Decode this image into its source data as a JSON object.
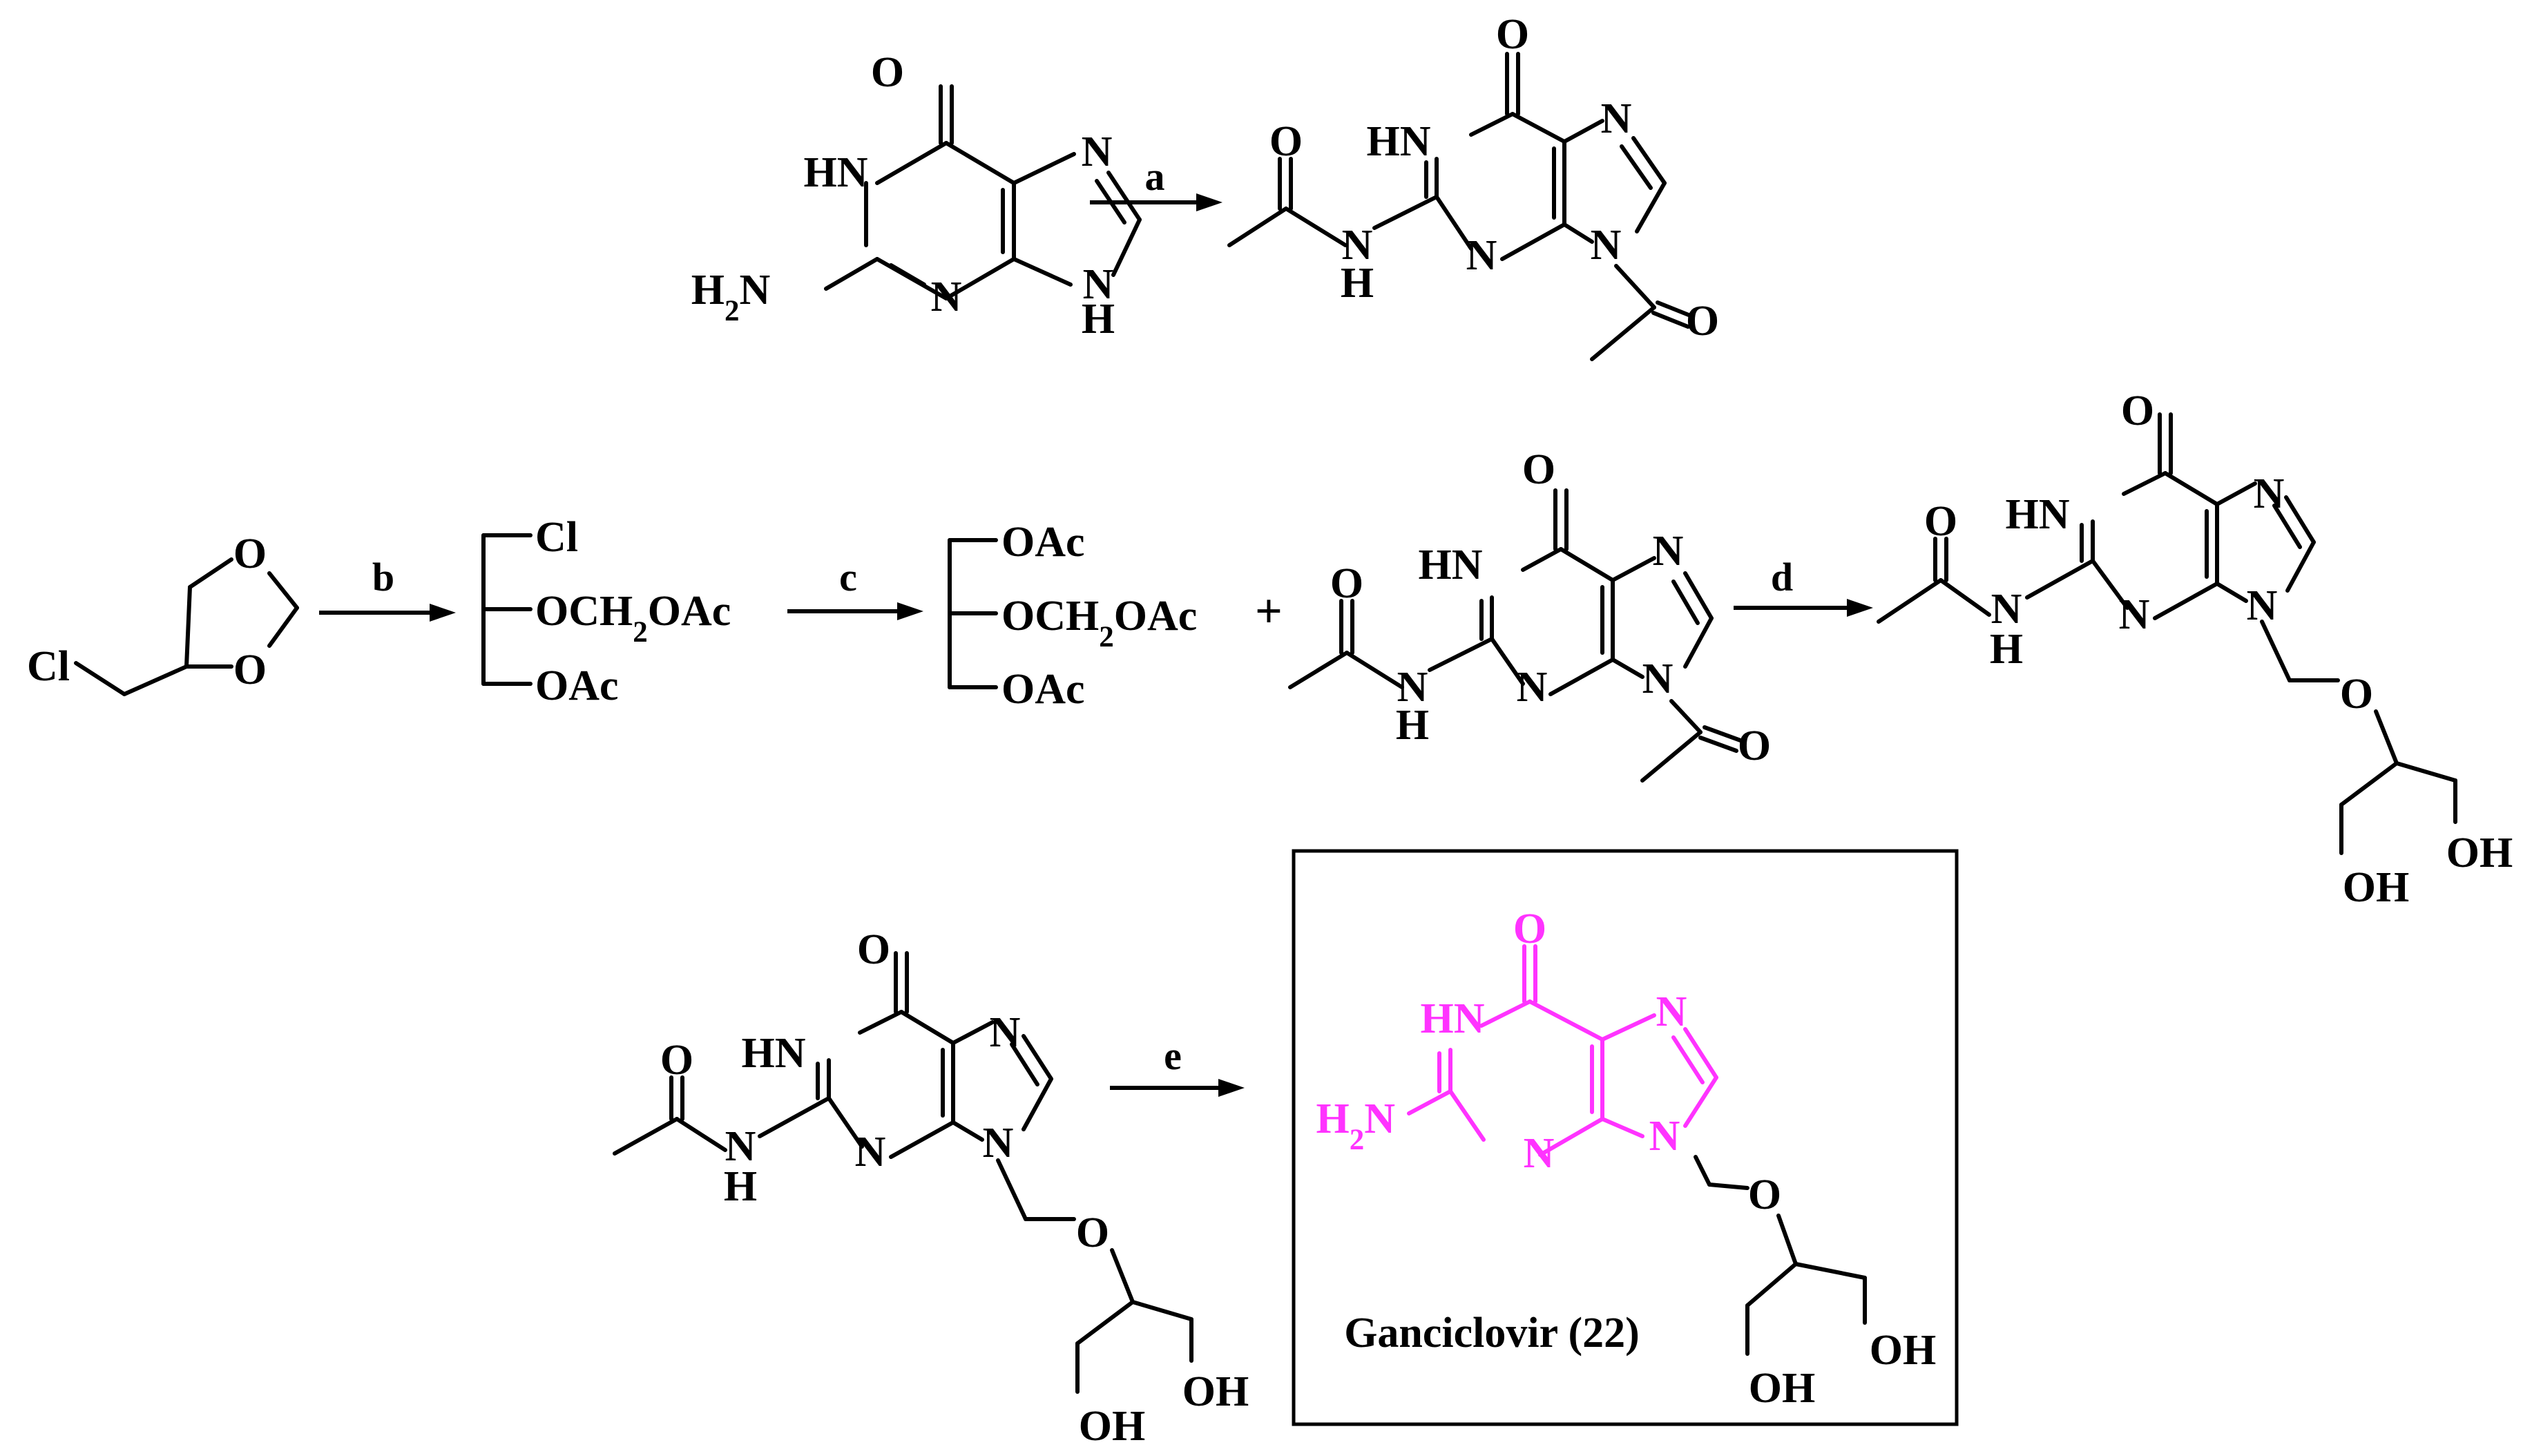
{
  "colors": {
    "ink": "#000000",
    "highlight": "#ff33ff",
    "box_border": "#000000",
    "background": "#ffffff"
  },
  "reagents": {
    "a": "a",
    "b": "b",
    "c": "c",
    "d": "d",
    "e": "e"
  },
  "atoms": {
    "O": "O",
    "N": "N",
    "HN": "HN",
    "H": "H",
    "NH2": "H2N",
    "Cl": "Cl",
    "OH": "OH",
    "OAc": "OAc",
    "OCH2OAc": "OCH2OAc"
  },
  "plus": "+",
  "product_label": "Ganciclovir (22)"
}
